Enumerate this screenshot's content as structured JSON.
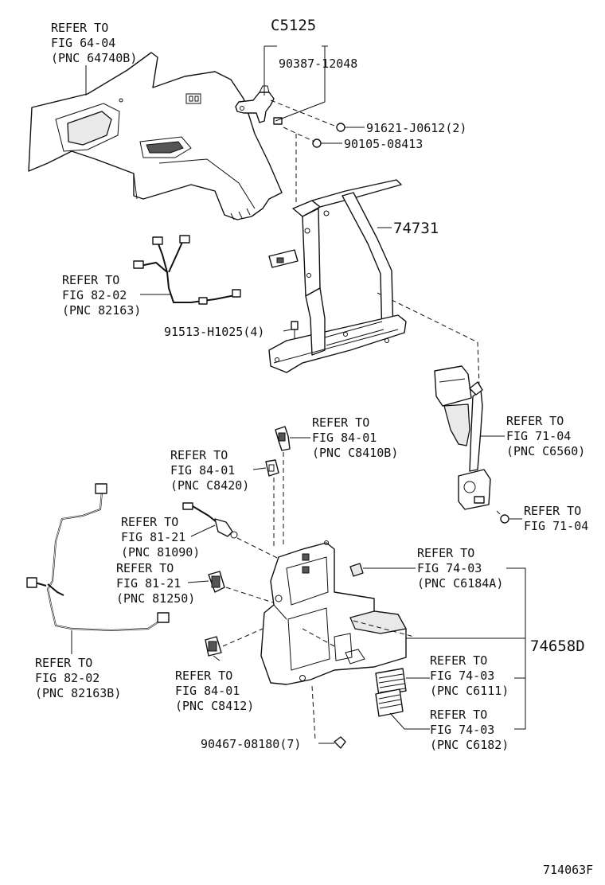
{
  "callouts": [
    {
      "id": "c-pnc64740b",
      "lines": [
        "REFER TO",
        "FIG 64-04",
        "(PNC 64740B)"
      ]
    },
    {
      "id": "c-c5125",
      "lines": [
        "C5125"
      ]
    },
    {
      "id": "c-90387",
      "lines": [
        "90387-12048"
      ]
    },
    {
      "id": "c-91621",
      "lines": [
        "91621-J0612(2)"
      ]
    },
    {
      "id": "c-90105",
      "lines": [
        "90105-08413"
      ]
    },
    {
      "id": "c-74731",
      "lines": [
        "74731"
      ]
    },
    {
      "id": "c-pnc82163",
      "lines": [
        "REFER TO",
        "FIG 82-02",
        "(PNC 82163)"
      ]
    },
    {
      "id": "c-91513",
      "lines": [
        "91513-H1025(4)"
      ]
    },
    {
      "id": "c-pncc8410b",
      "lines": [
        "REFER TO",
        "FIG 84-01",
        "(PNC C8410B)"
      ]
    },
    {
      "id": "c-pncc6560",
      "lines": [
        "REFER TO",
        "FIG 71-04",
        "(PNC C6560)"
      ]
    },
    {
      "id": "c-pncc8420",
      "lines": [
        "REFER TO",
        "FIG 84-01",
        "(PNC C8420)"
      ]
    },
    {
      "id": "c-fig7104b",
      "lines": [
        "REFER TO",
        "FIG 71-04"
      ]
    },
    {
      "id": "c-pnc81090",
      "lines": [
        "REFER TO",
        "FIG 81-21",
        "(PNC 81090)"
      ]
    },
    {
      "id": "c-pncc6184a",
      "lines": [
        "REFER TO",
        "FIG 74-03",
        "(PNC C6184A)"
      ]
    },
    {
      "id": "c-pnc81250",
      "lines": [
        "REFER TO",
        "FIG 81-21",
        "(PNC 81250)"
      ]
    },
    {
      "id": "c-74658d",
      "lines": [
        "74658D"
      ]
    },
    {
      "id": "c-pnc82163b",
      "lines": [
        "REFER TO",
        "FIG 82-02",
        "(PNC 82163B)"
      ]
    },
    {
      "id": "c-pncc6111",
      "lines": [
        "REFER TO",
        "FIG 74-03",
        "(PNC C6111)"
      ]
    },
    {
      "id": "c-pncc8412",
      "lines": [
        "REFER TO",
        "FIG 84-01",
        "(PNC C8412)"
      ]
    },
    {
      "id": "c-pncc6182",
      "lines": [
        "REFER TO",
        "FIG 74-03",
        "(PNC C6182)"
      ]
    },
    {
      "id": "c-90467",
      "lines": [
        "90467-08180(7)"
      ]
    }
  ],
  "figure_id": "714063F"
}
